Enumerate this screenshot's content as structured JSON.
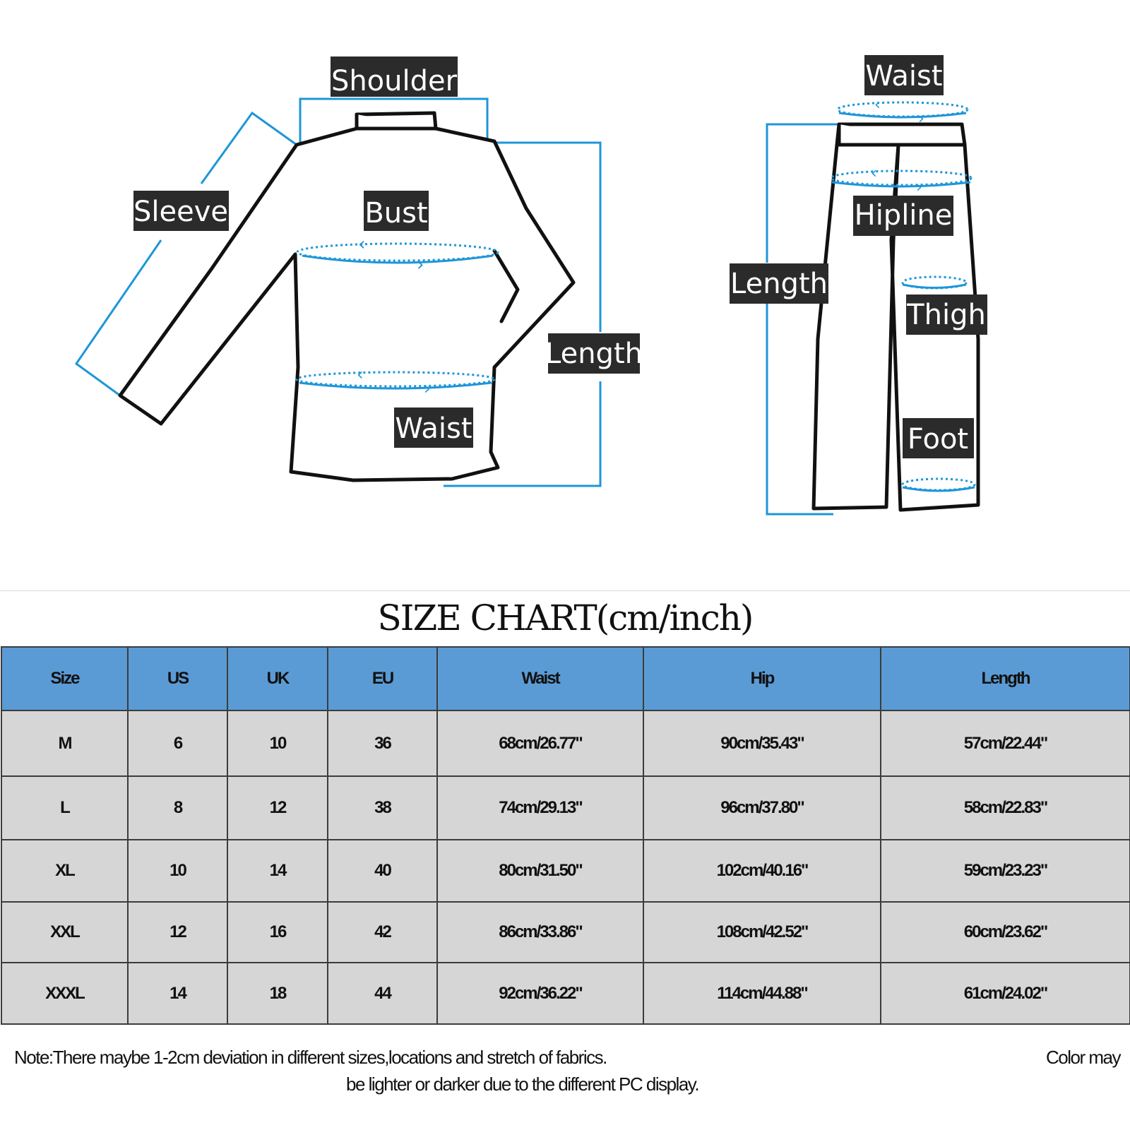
{
  "top_labels": {
    "shoulder": "Shoulder",
    "sleeve": "Sleeve",
    "bust": "Bust",
    "top_waist": "Waist",
    "top_length": "Length",
    "pants_waist": "Waist",
    "hipline": "Hipline",
    "pants_length": "Length",
    "thigh": "Thigh",
    "foot": "Foot"
  },
  "colors": {
    "label_background": "#2b2b2b",
    "measure_line": "#1e96d8",
    "header_background": "#5b9bd5",
    "row_background": "#d6d6d6"
  },
  "size_chart": {
    "title": "SIZE CHART(cm/inch)",
    "headers": [
      "Size",
      "US",
      "UK",
      "EU",
      "Waist",
      "Hip",
      "Length"
    ],
    "rows": [
      [
        "M",
        "6",
        "10",
        "36",
        "68cm/26.77\"",
        "90cm/35.43\"",
        "57cm/22.44\""
      ],
      [
        "L",
        "8",
        "12",
        "38",
        "74cm/29.13\"",
        "96cm/37.80\"",
        "58cm/22.83\""
      ],
      [
        "XL",
        "10",
        "14",
        "40",
        "80cm/31.50\"",
        "102cm/40.16\"",
        "59cm/23.23\""
      ],
      [
        "XXL",
        "12",
        "16",
        "42",
        "86cm/33.86\"",
        "108cm/42.52\"",
        "60cm/23.62\""
      ],
      [
        "XXXL",
        "14",
        "18",
        "44",
        "92cm/36.22\"",
        "114cm/44.88\"",
        "61cm/24.02\""
      ]
    ]
  },
  "note": {
    "line1": "Note:There maybe 1-2cm deviation in different sizes,locations and stretch of fabrics.",
    "line1_right": "Color may",
    "line2": "be lighter or darker due to the different PC display."
  }
}
